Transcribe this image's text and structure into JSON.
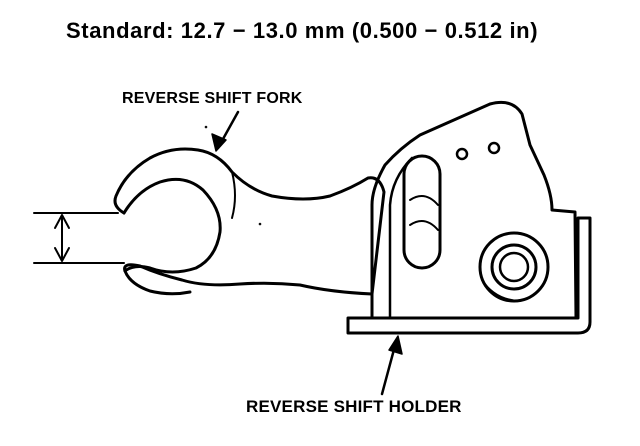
{
  "figure": {
    "standard_spec": "Standard: 12.7 − 13.0 mm (0.500 − 0.512 in)",
    "labels": {
      "fork": "REVERSE SHIFT FORK",
      "holder": "REVERSE SHIFT HOLDER"
    },
    "colors": {
      "ink": "#000000",
      "paper": "#ffffff"
    }
  }
}
